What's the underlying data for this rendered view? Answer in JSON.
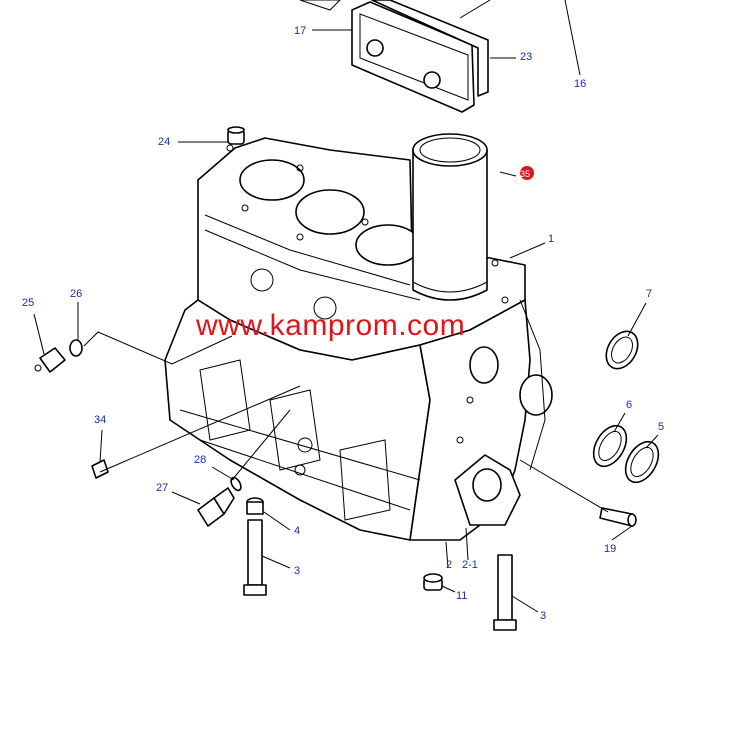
{
  "watermark": "www.kamprom.com",
  "colors": {
    "callout": "#1a2ea0",
    "watermark": "#e0151b",
    "line": "#000000",
    "highlight_dot": "#e0151b"
  },
  "callouts": {
    "c1": "1",
    "c2": "2",
    "c2_1": "2-1",
    "c3a": "3",
    "c3b": "3",
    "c4": "4",
    "c5": "5",
    "c6": "6",
    "c7": "7",
    "c11": "11",
    "c16": "16",
    "c17": "17",
    "c19": "19",
    "c23": "23",
    "c24": "24",
    "c25": "25",
    "c26": "26",
    "c27": "27",
    "c28": "28",
    "c34": "34",
    "c35": "35"
  }
}
